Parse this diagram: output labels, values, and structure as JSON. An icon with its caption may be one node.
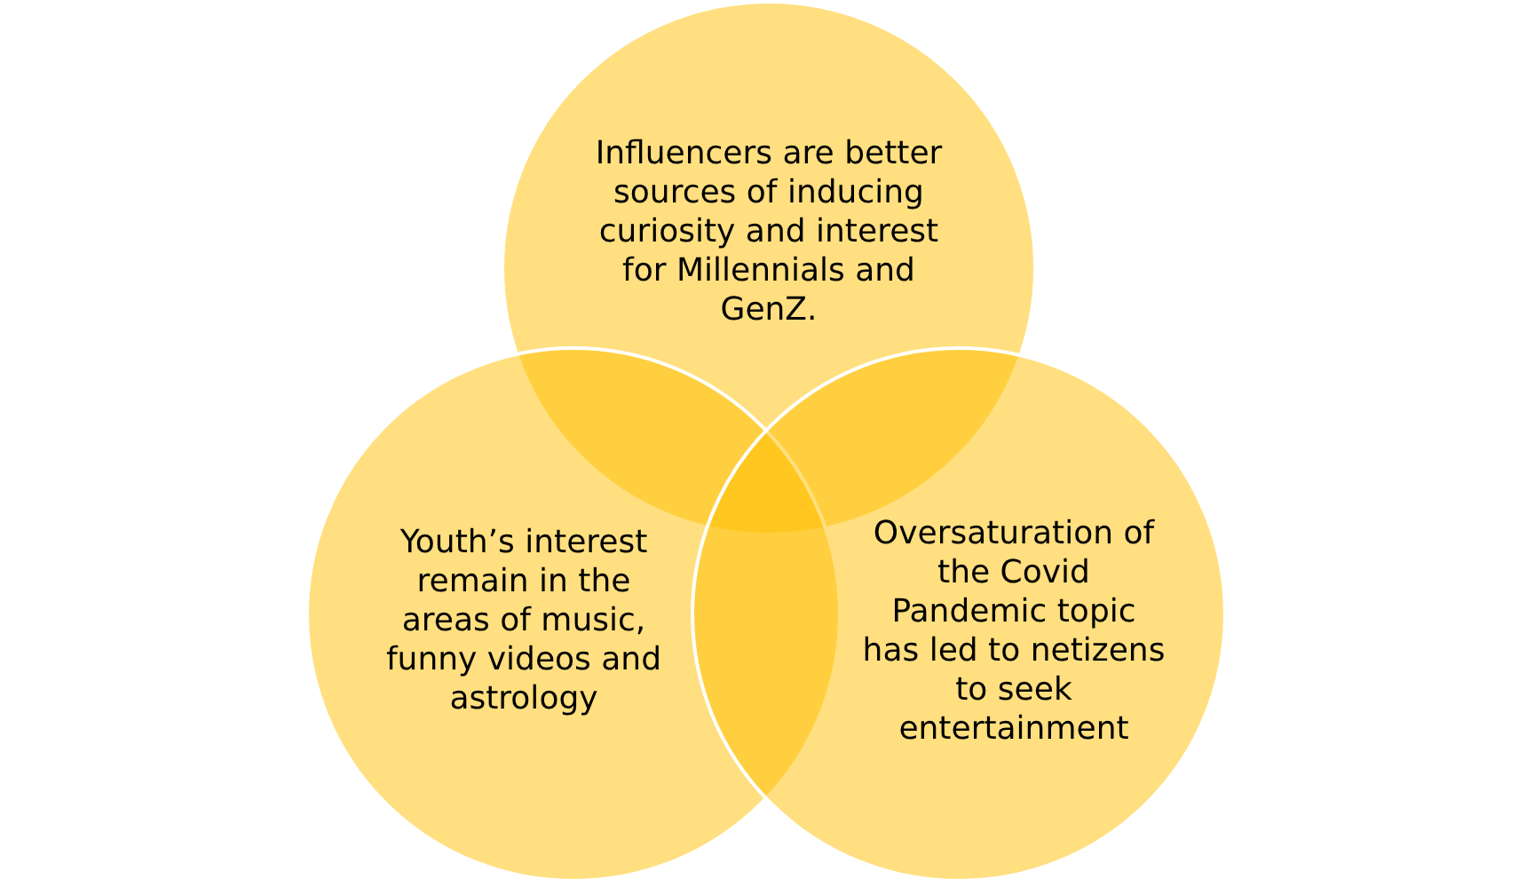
{
  "diagram": {
    "nodes": [
      {
        "text": [
          "Influencers are better sources of inducing curiosity and interest for Millennials and GenZ."
        ]
      },
      {
        "text": [
          "Youth’s interest remain in the areas of music, funny videos and astrology"
        ]
      },
      {
        "text": [
          "Oversaturation of the Covid Pandemic topic has led to netizens to seek entertainment"
        ]
      }
    ]
  }
}
